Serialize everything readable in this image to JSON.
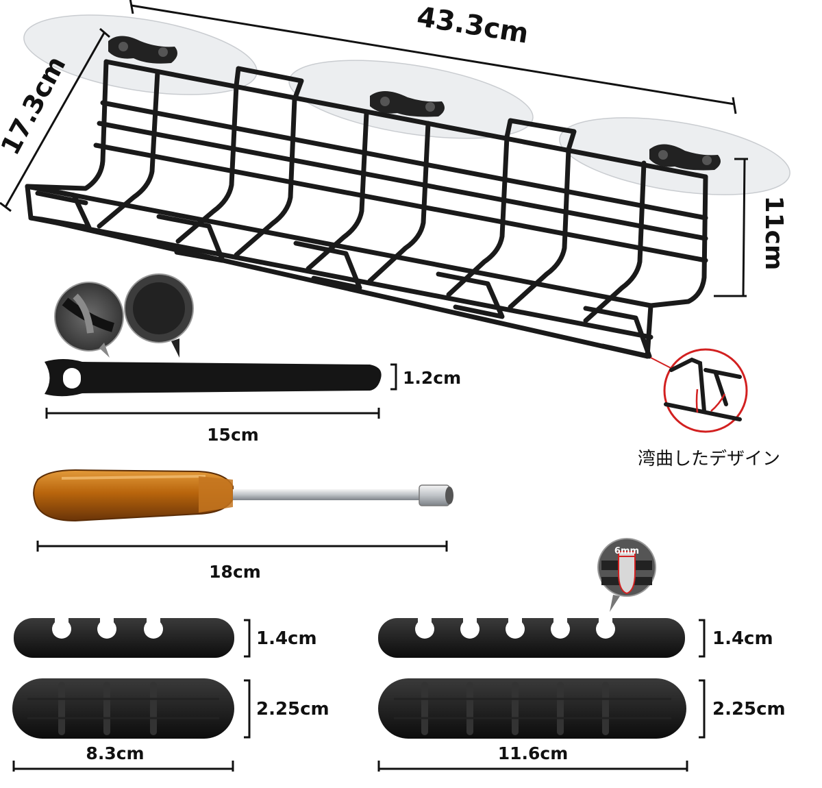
{
  "tray": {
    "length_label": "43.3cm",
    "depth_label": "17.3cm",
    "height_label": "11cm",
    "bend_caption": "湾曲したデザイン"
  },
  "velcro_strap": {
    "width_label": "1.2cm",
    "length_label": "15cm"
  },
  "screwdriver": {
    "length_label": "18cm"
  },
  "small_clip": {
    "height_label": "1.4cm",
    "base_height_label": "2.25cm",
    "length_label": "8.3cm"
  },
  "large_clip": {
    "slot_label": "6mm",
    "height_label": "1.4cm",
    "base_height_label": "2.25cm",
    "length_label": "11.6cm"
  },
  "colors": {
    "wire": "#1a1a1a",
    "handle": "#b8650c",
    "accent_red": "#d22020",
    "pad": "#eceef0"
  }
}
